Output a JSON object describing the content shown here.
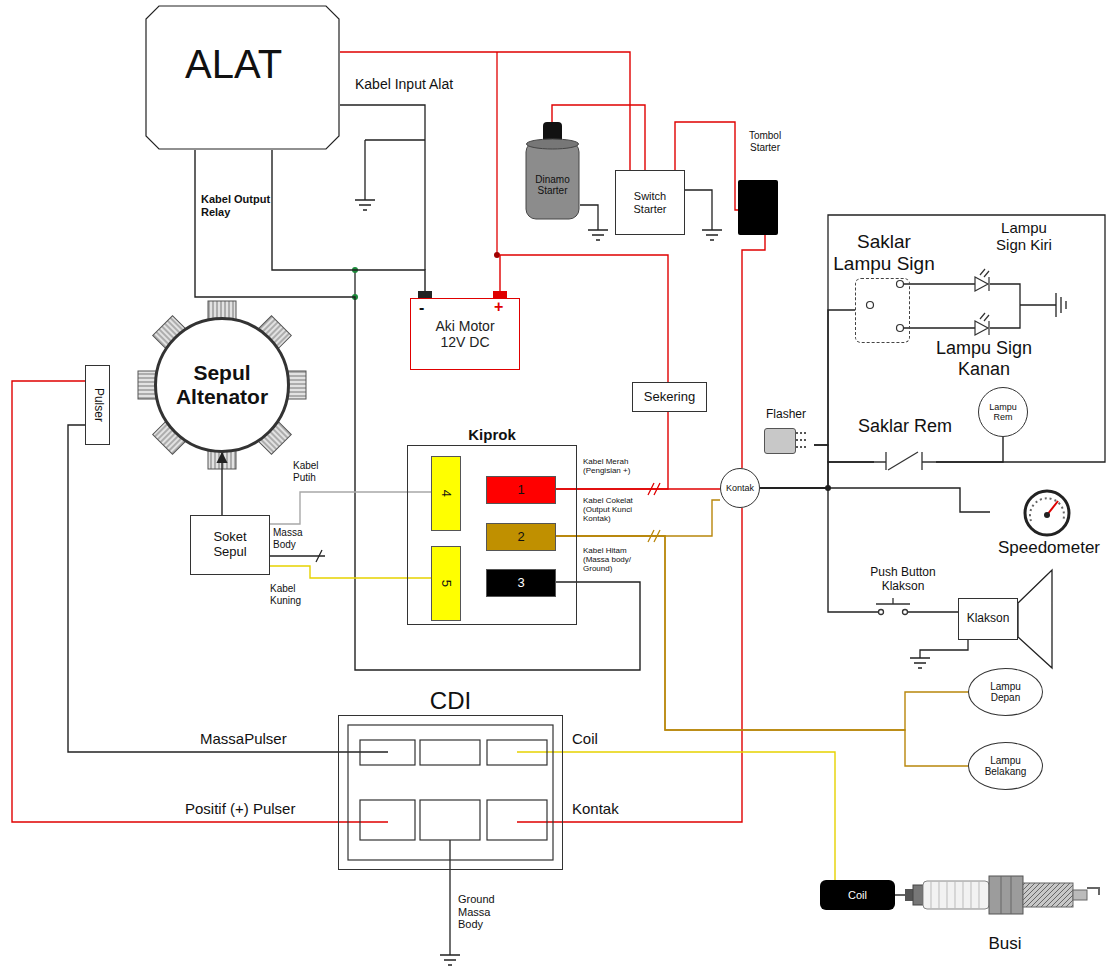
{
  "diagram": {
    "nodes": [
      {
        "text": [
          "ALAT"
        ]
      },
      {
        "text": [
          "Dinamo Starter"
        ]
      },
      {
        "text": [
          "Switch Starter"
        ]
      },
      {
        "text": [
          "Tombol Starter"
        ]
      },
      {
        "text": [
          "Aki Motor 12V DC"
        ]
      },
      {
        "text": [
          "Sepul Altenator"
        ]
      },
      {
        "text": [
          "Pulser"
        ]
      },
      {
        "text": [
          "Soket Sepul"
        ]
      },
      {
        "text": [
          "Kiprok"
        ]
      },
      {
        "text": [
          "4"
        ],
        "in": 8
      },
      {
        "text": [
          "5"
        ],
        "in": 8
      },
      {
        "text": [
          "1"
        ],
        "in": 8
      },
      {
        "text": [
          "2"
        ],
        "in": 8
      },
      {
        "text": [
          "3"
        ],
        "in": 8
      },
      {
        "text": [
          "Sekering"
        ]
      },
      {
        "text": [
          "Kontak"
        ]
      },
      {
        "text": [
          "Flasher"
        ]
      },
      {
        "text": [
          "Saklar Lampu Sign"
        ]
      },
      {
        "text": [
          "Lampu Rem"
        ]
      },
      {
        "text": [
          "Speedometer"
        ]
      },
      {
        "text": [
          "Klakson"
        ]
      },
      {
        "text": [
          "Lampu Depan"
        ]
      },
      {
        "text": [
          "Lampu Belakang"
        ]
      },
      {
        "text": [
          "CDI"
        ]
      },
      {
        "text": [
          "Coil"
        ]
      },
      {
        "text": [
          "Busi"
        ]
      }
    ],
    "edges": [
      {
        "from": 0,
        "to": 4,
        "arrow": "none"
      },
      {
        "from": 0,
        "to": 2,
        "arrow": "none"
      },
      {
        "from": 1,
        "to": 2,
        "arrow": "none"
      },
      {
        "from": 2,
        "to": 3,
        "arrow": "none"
      },
      {
        "from": 3,
        "to": 15,
        "arrow": "none"
      },
      {
        "from": 4,
        "to": 14,
        "arrow": "none"
      },
      {
        "from": 11,
        "to": 15,
        "arrow": "none"
      },
      {
        "from": 14,
        "to": 11,
        "arrow": "none"
      },
      {
        "from": 12,
        "to": 15,
        "arrow": "none"
      },
      {
        "from": 13,
        "to": 0,
        "arrow": "none"
      },
      {
        "from": 7,
        "to": 9,
        "arrow": "none"
      },
      {
        "from": 7,
        "to": 10,
        "arrow": "none"
      },
      {
        "from": 7,
        "to": 5,
        "arrow": "to"
      },
      {
        "from": 6,
        "to": 23,
        "arrow": "none"
      },
      {
        "from": 6,
        "to": 23,
        "arrow": "none"
      },
      {
        "from": 15,
        "to": 23,
        "arrow": "none"
      },
      {
        "from": 23,
        "to": 24,
        "arrow": "none"
      },
      {
        "from": 24,
        "to": 25,
        "arrow": "none"
      },
      {
        "from": 12,
        "to": 21,
        "arrow": "none"
      },
      {
        "from": 12,
        "to": 22,
        "arrow": "none"
      },
      {
        "from": 15,
        "to": 19,
        "arrow": "none"
      },
      {
        "from": 15,
        "to": 20,
        "arrow": "none"
      },
      {
        "from": 15,
        "to": 16,
        "arrow": "none"
      },
      {
        "from": 16,
        "to": 17,
        "arrow": "none"
      },
      {
        "from": 15,
        "to": 18,
        "arrow": "none"
      }
    ],
    "labels": [
      "Kabel Input Alat",
      "Kabel Output Relay",
      "-",
      "+",
      "Kabel Putih",
      "Massa Body",
      "Kabel Kuning",
      "Kabel Merah (Pengisian +)",
      "Kabel Cokelat (Output Kunci Kontak)",
      "Kabel Hitam (Massa body/ Ground)",
      "Lampu Sign Kiri",
      "Lampu Sign Kanan",
      "Saklar Rem",
      "Push Button Klakson",
      "MassaPulser",
      "Positif (+) Pulser",
      "Coil",
      "Kontak",
      "Ground Massa Body"
    ]
  }
}
